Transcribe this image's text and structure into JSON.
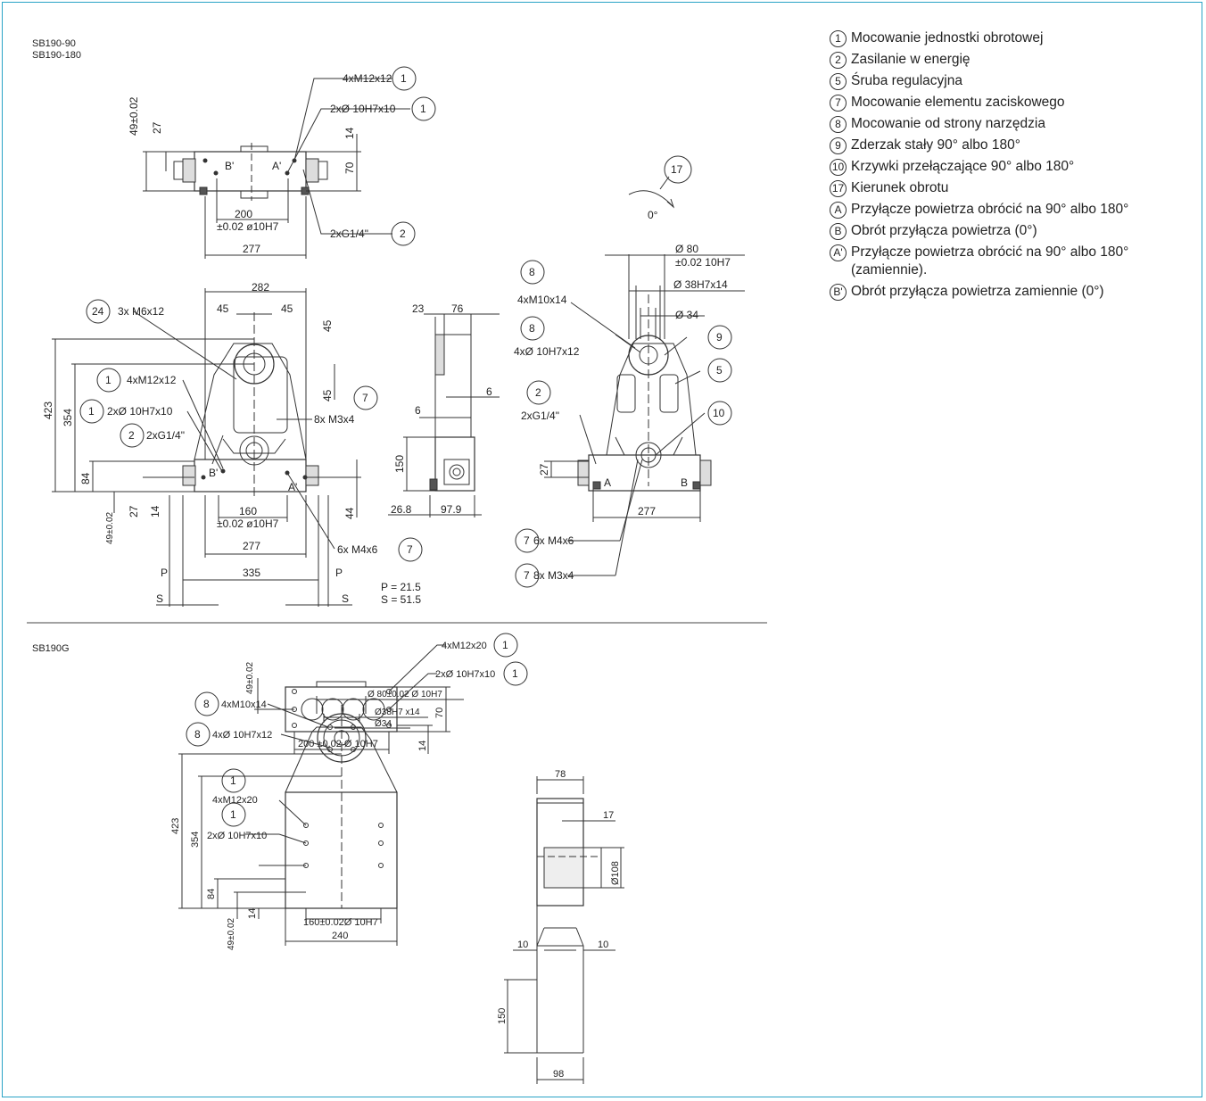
{
  "sections": {
    "top_label_1": "SB190-90",
    "top_label_2": "SB190-180",
    "bottom_label": "SB190G"
  },
  "legend": [
    {
      "num": "1",
      "text": "Mocowanie jednostki obrotowej"
    },
    {
      "num": "2",
      "text": "Zasilanie w energię"
    },
    {
      "num": "5",
      "text": "Śruba regulacyjna"
    },
    {
      "num": "7",
      "text": "Mocowanie elementu zaciskowego"
    },
    {
      "num": "8",
      "text": "Mocowanie od strony narzędzia"
    },
    {
      "num": "9",
      "text": "Zderzak stały 90° albo 180°"
    },
    {
      "num": "10",
      "text": "Krzywki przełączające 90° albo 180°"
    },
    {
      "num": "17",
      "text": "Kierunek obrotu"
    },
    {
      "num": "A",
      "text": "Przyłącze powietrza obrócić na 90° albo 180°"
    },
    {
      "num": "B",
      "text": "Obrót przyłącza powietrza (0°)"
    },
    {
      "num": "A'",
      "text": "Przyłącze powietrza obrócić na 90° albo 180° (zamiennie)."
    },
    {
      "num": "B'",
      "text": "Obrót przyłącza powietrza zamiennie (0°)"
    }
  ],
  "top_view": {
    "c1": "4xM12x12",
    "c1b": "2xØ 10H7x10",
    "c2": "2xG1/4\"",
    "d49": "49±0.02",
    "d27": "27",
    "d14": "14",
    "d70": "70",
    "d200": "200",
    "d200b": "±0.02 ø10H7",
    "d277": "277",
    "la": "A'",
    "lb": "B'",
    "b1": "1",
    "b2": "2"
  },
  "front_view": {
    "d282": "282",
    "d45a": "45",
    "d45b": "45",
    "d45c": "45",
    "d45d": "45",
    "d423": "423",
    "d354": "354",
    "d84": "84",
    "d27": "27",
    "d14": "14",
    "d49": "49±0.02",
    "d44": "44",
    "d160": "160",
    "d160b": "±0.02 ø10H7",
    "d277": "277",
    "d335": "335",
    "p": "P",
    "s": "S",
    "pval": "P = 21.5",
    "sval": "S = 51.5",
    "c24": "3x M6x12",
    "c1a": "4xM12x12",
    "c1b": "2xØ 10H7x10",
    "c2": "2xG1/4\"",
    "c7a": "8x M3x4",
    "c7b": "6x M4x6",
    "la": "A'",
    "lb": "B'",
    "b24": "24",
    "b1a": "1",
    "b1b": "1",
    "b2": "2",
    "b7a": "7",
    "b7b": "7"
  },
  "side_view": {
    "d23": "23",
    "d76": "76",
    "d6a": "6",
    "d6b": "6",
    "d150": "150",
    "d268": "26.8",
    "d979": "97.9"
  },
  "rear_view": {
    "d80": "Ø 80",
    "d80b": "±0.02 10H7",
    "d38": "Ø 38H7x14",
    "d34": "Ø 34",
    "c8a": "4xM10x14",
    "c8b": "4xØ 10H7x12",
    "c2": "2xG1/4\"",
    "c7a": "6x M4x6",
    "c7b": "8x M3x4",
    "d27": "27",
    "d277": "277",
    "la": "A",
    "lb": "B",
    "deg": "0°",
    "b8a": "8",
    "b8b": "8",
    "b2": "2",
    "b9": "9",
    "b5": "5",
    "b10": "10",
    "b17": "17",
    "b7a": "7",
    "b7b": "7"
  },
  "g_top": {
    "c1a": "4xM12x20",
    "c1b": "2xØ 10H7x10",
    "d49": "49±0.02",
    "d70": "70",
    "d14": "14",
    "d200": "200 ±0.02 Ø 10H7",
    "b1a": "1",
    "b1b": "1"
  },
  "g_front": {
    "c8a": "4xM10x14",
    "c8b": "4xØ 10H7x12",
    "d80": "Ø 80±0.02 Ø 10H7",
    "d38": "Ø38H7 x14",
    "d34": "Ø34",
    "d423": "423",
    "d354": "354",
    "d84": "84",
    "d14": "14",
    "d49": "49±0.02",
    "c1a": "4xM12x20",
    "c1b": "2xØ 10H7x10",
    "d160": "160±0.02Ø 10H7",
    "d240": "240",
    "b8a": "8",
    "b8b": "8",
    "b1a": "1",
    "b1b": "1"
  },
  "g_side": {
    "d78": "78",
    "d17": "17",
    "d108": "Ø108",
    "d10a": "10",
    "d10b": "10",
    "d150": "150",
    "d98": "98"
  },
  "colors": {
    "frame": "#29a3c6",
    "line": "#333333"
  }
}
